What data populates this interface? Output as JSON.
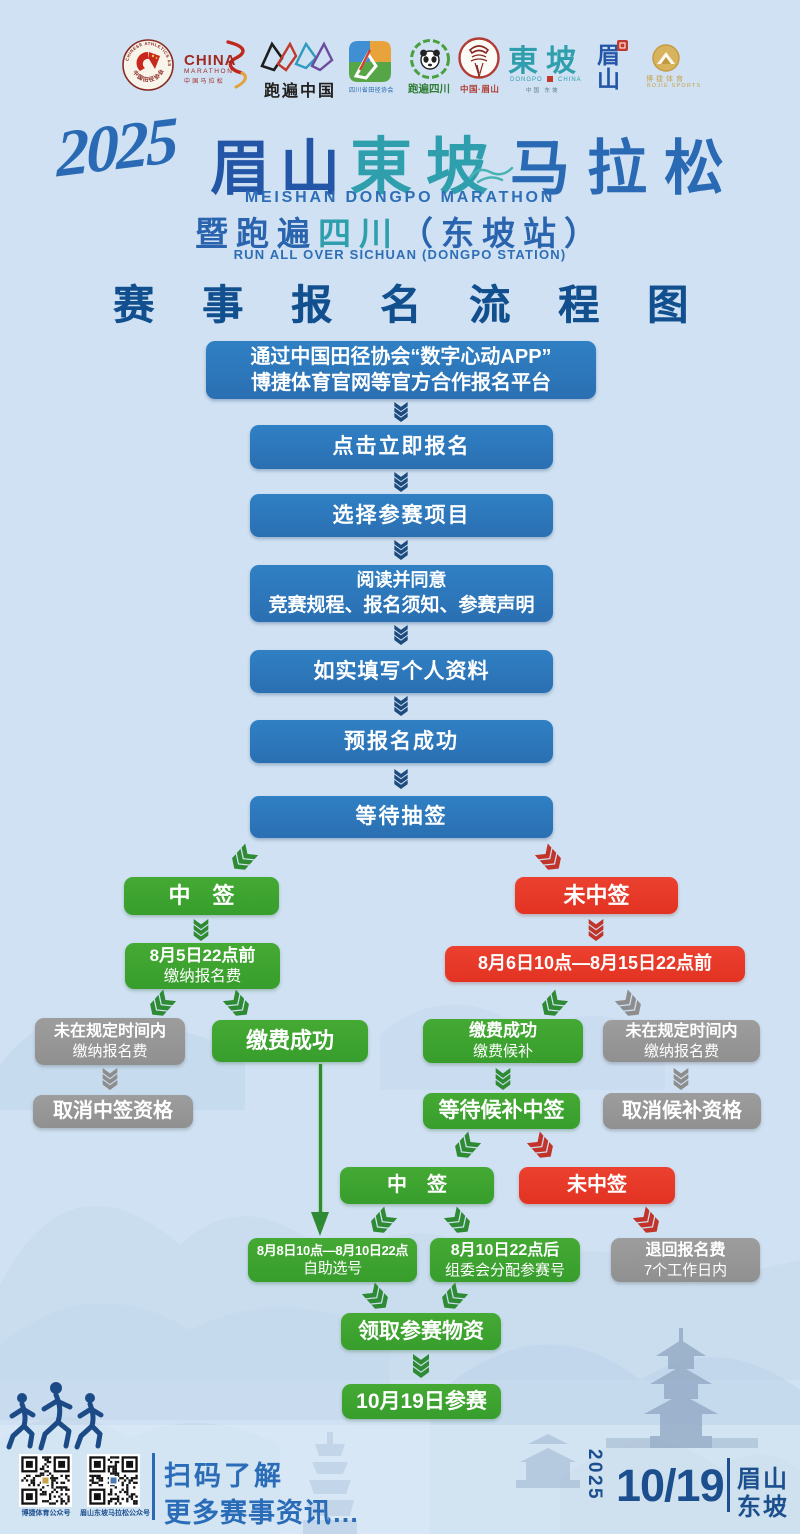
{
  "header": {
    "logos": [
      {
        "arc_top": "CHINESE ATHLETICS ASSOCIATION",
        "arc_bottom": "中国田径协会"
      },
      {
        "line1": "CHINA",
        "line2": "MARATHON",
        "line3": "中国马拉松"
      },
      {
        "caption": "跑遍中国"
      },
      {
        "caption": "四川省田径协会"
      },
      {
        "caption": "跑遍四川"
      },
      {
        "caption": "中国·眉山"
      },
      {
        "main": "東坡",
        "sub1": "DONGPO",
        "sub2": "CHINA",
        "sub3": "中国 东坡"
      },
      {
        "caption": "眉山"
      },
      {
        "line1": "博捷体育",
        "line2": "BOJIE SPORTS"
      }
    ],
    "title": {
      "year": "2025",
      "meishan": "眉山",
      "dongpo": "東坡",
      "marathon": "马拉松",
      "subtitle_en": "MEISHAN DONGPO MARATHON",
      "subline_pre": "暨跑遍",
      "subline_sichuan": "四川",
      "subline_post": "（东坡站）",
      "subline_en": "RUN ALL OVER SICHUAN (DONGPO STATION)"
    },
    "section_title": "赛事报名流程图"
  },
  "flow": {
    "platform": {
      "line1": "通过中国田径协会“数字心动APP”",
      "line2": "博捷体育官网等官方合作报名平台"
    },
    "register": "点击立即报名",
    "choose": "选择参赛项目",
    "agree": {
      "line1": "阅读并同意",
      "line2": "竞赛规程、报名须知、参赛声明"
    },
    "fill": "如实填写个人资料",
    "pre_success": "预报名成功",
    "wait_draw": "等待抽签",
    "win1": "中　签",
    "lose1": "未中签",
    "pay_before": {
      "line1": "8月5日22点前",
      "line2": "缴纳报名费"
    },
    "pay_window": "8月6日10点—8月15日22点前",
    "not_paid_left": {
      "line1": "未在规定时间内",
      "line2": "缴纳报名费"
    },
    "pay_success": "缴费成功",
    "cancel_win": "取消中签资格",
    "pay_waitlist": {
      "line1": "缴费成功",
      "line2": "缴费候补"
    },
    "not_paid_right": {
      "line1": "未在规定时间内",
      "line2": "缴纳报名费"
    },
    "wait_waitlist": "等待候补中签",
    "cancel_waitlist": "取消候补资格",
    "win2": "中　签",
    "lose2": "未中签",
    "self_pick": {
      "line1": "8月8日10点—8月10日22点",
      "line2": "自助选号"
    },
    "assigned": {
      "line1": "8月10日22点后",
      "line2": "组委会分配参赛号"
    },
    "refund": {
      "line1": "退回报名费",
      "line2": "7个工作日内"
    },
    "kit": "领取参赛物资",
    "race_day": "10月19日参赛"
  },
  "footer": {
    "qr1_caption": "博捷体育公众号",
    "qr2_caption": "眉山东坡马拉松公众号",
    "scan_line1": "扫码了解",
    "scan_line2": "更多赛事资讯…",
    "year": "2025",
    "date": "10/19",
    "place_line1": "眉山",
    "place_line2": "东坡"
  },
  "colors": {
    "background": "#cfe1f2",
    "blue_box": "#2c74b7",
    "green_box": "#3ca132",
    "red_box": "#e63727",
    "gray_box": "#979797",
    "navy_text": "#1c4f8e",
    "title_blue": "#2a6ab4",
    "title_teal": "#2f9fae"
  }
}
